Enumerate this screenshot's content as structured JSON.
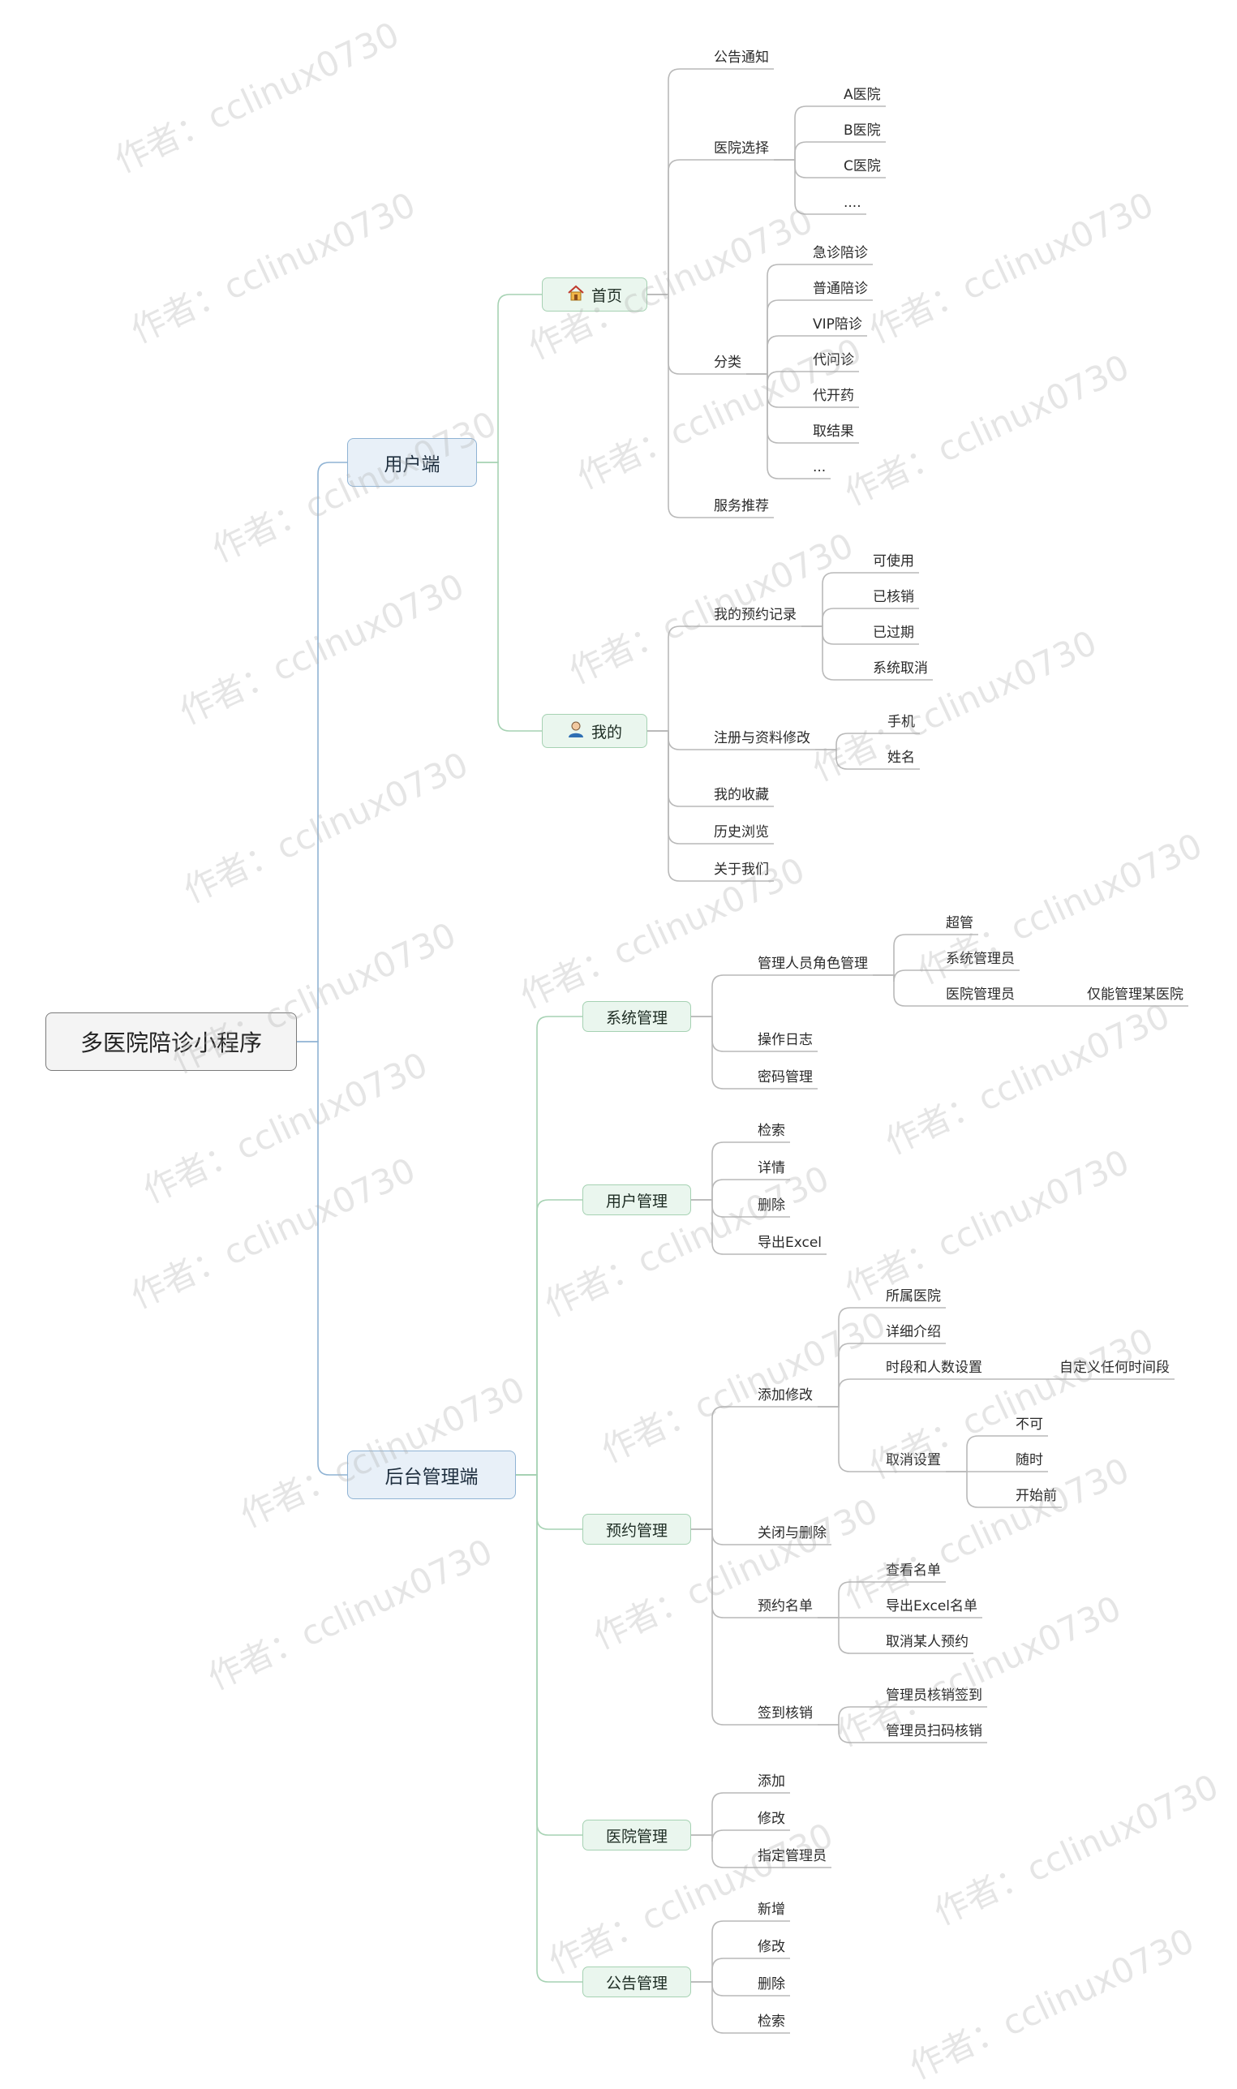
{
  "root": "多医院陪诊小程序",
  "colors": {
    "main_line": "#8fb3d4",
    "sub_line": "#a6d2b3",
    "leaf_line": "#b9b9b9"
  },
  "user_side": {
    "label": "用户端",
    "home": {
      "label": "首页",
      "icon": "house-icon",
      "announcement": "公告通知",
      "hospital_select": {
        "label": "医院选择",
        "items": [
          "A医院",
          "B医院",
          "C医院",
          "...."
        ]
      },
      "category": {
        "label": "分类",
        "items": [
          "急诊陪诊",
          "普通陪诊",
          "VIP陪诊",
          "代问诊",
          "代开药",
          "取结果",
          "..."
        ]
      },
      "service_recommend": "服务推荐"
    },
    "mine": {
      "label": "我的",
      "icon": "person-icon",
      "appointments": {
        "label": "我的预约记录",
        "items": [
          "可使用",
          "已核销",
          "已过期",
          "系统取消"
        ]
      },
      "register": {
        "label": "注册与资料修改",
        "items": [
          "手机",
          "姓名"
        ]
      },
      "favorites": "我的收藏",
      "history": "历史浏览",
      "about": "关于我们"
    }
  },
  "admin_side": {
    "label": "后台管理端",
    "system": {
      "label": "系统管理",
      "roles": {
        "label": "管理人员角色管理",
        "items": [
          "超管",
          "系统管理员",
          "医院管理员"
        ],
        "hospital_admin_note": "仅能管理某医院"
      },
      "oplog": "操作日志",
      "password": "密码管理"
    },
    "users": {
      "label": "用户管理",
      "items": [
        "检索",
        "详情",
        "删除",
        "导出Excel"
      ]
    },
    "booking": {
      "label": "预约管理",
      "edit": {
        "label": "添加修改",
        "hospital": "所属医院",
        "detail": "详细介绍",
        "timeslot": "时段和人数设置",
        "timeslot_note": "自定义任何时间段",
        "cancel": {
          "label": "取消设置",
          "items": [
            "不可",
            "随时",
            "开始前"
          ]
        }
      },
      "close_delete": "关闭与删除",
      "list": {
        "label": "预约名单",
        "items": [
          "查看名单",
          "导出Excel名单",
          "取消某人预约"
        ]
      },
      "checkin": {
        "label": "签到核销",
        "items": [
          "管理员核销签到",
          "管理员扫码核销"
        ]
      }
    },
    "hospitals": {
      "label": "医院管理",
      "items": [
        "添加",
        "修改",
        "指定管理员"
      ]
    },
    "notices": {
      "label": "公告管理",
      "items": [
        "新增",
        "修改",
        "删除",
        "检索"
      ]
    }
  },
  "watermark": "作者：cclinux0730"
}
